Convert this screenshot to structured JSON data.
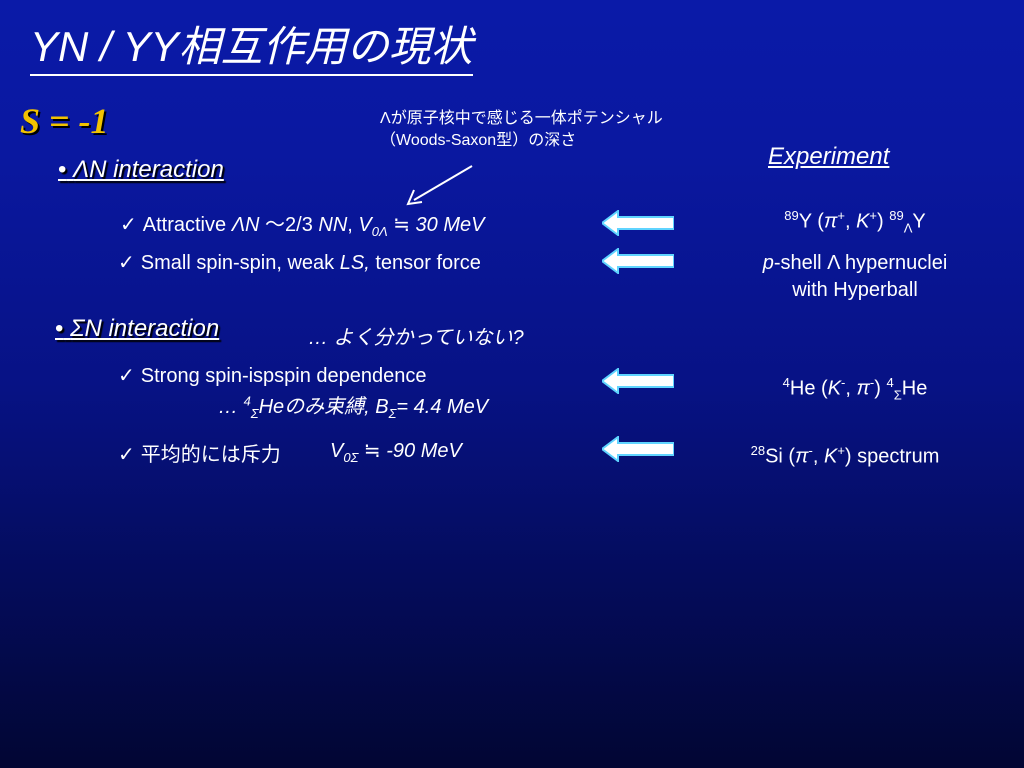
{
  "title": "YN / YY相互作用の現状",
  "strangeness_label": "S = -1",
  "note": {
    "line1": "Λが原子核中で感じる一体ポテンシャル",
    "line2": "（Woods-Saxon型）の深さ"
  },
  "experiment_header": "Experiment",
  "lambda_section": {
    "bullet": "•",
    "label": "ΛN  interaction",
    "item1": {
      "check": "✓",
      "text_a": "Attractive ",
      "ln": "ΛN",
      "text_b": " ～2/3 ",
      "nn": "NN",
      "text_c": ", ",
      "v": "V",
      "v_sub": "0Λ",
      "value": " ≒ 30 MeV"
    },
    "item2": {
      "check": "✓",
      "text_a": "Small spin-spin, weak ",
      "ls": "LS,",
      "text_b": " tensor force"
    }
  },
  "sigma_section": {
    "bullet": "•",
    "label": "ΣN  interaction",
    "remark": "… よく分かっていない?",
    "item1": {
      "check": "✓",
      "text": "Strong spin-ispspin dependence",
      "sub_prefix": "… ",
      "sub_sup": "4",
      "sub_sub": "Σ",
      "sub_text": "Heのみ束縛, B",
      "b_sub": "Σ",
      "b_value": "= 4.4 MeV"
    },
    "item2": {
      "check": "✓",
      "text": "平均的には斥力",
      "v": "V",
      "v_sub": "0Σ",
      "value": " ≒ -90 MeV"
    }
  },
  "experiments": {
    "e1": {
      "sup1": "89",
      "a": "Y (",
      "pi": "π",
      "pi_sup": "+",
      "comma": ", ",
      "k": "K",
      "k_sup": "+",
      "close": ") ",
      "sup2": "89",
      "sub": "Λ",
      "end": "Y"
    },
    "e2": {
      "p": "p",
      "line1_rest": "-shell Λ hypernuclei",
      "line2": "with Hyperball"
    },
    "e3": {
      "sup1": "4",
      "a": "He (",
      "k": "K",
      "k_sup": "-",
      "comma": ", ",
      "pi": "π",
      "pi_sup": "-",
      "close": ") ",
      "sup2": "4",
      "sub": "Σ",
      "end": "He"
    },
    "e4": {
      "sup1": "28",
      "a": "Si (",
      "pi": "π",
      "pi_sup": "-",
      "comma": ", ",
      "k": "K",
      "k_sup": "+",
      "end": ") spectrum"
    }
  },
  "colors": {
    "strangeness": "#f2c200",
    "arrow_fill": "#ffffff",
    "arrow_edge": "#5fd4ff"
  }
}
